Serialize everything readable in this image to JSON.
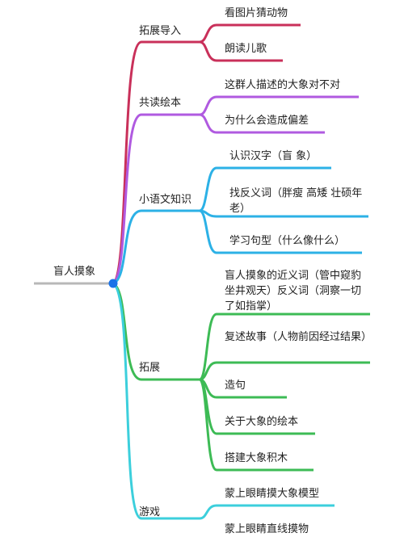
{
  "root": {
    "label": "盲人摸象"
  },
  "branches": [
    {
      "label": "拓展导入",
      "color": "#c9305a",
      "leaves": [
        "看图片猜动物",
        "朗读儿歌"
      ]
    },
    {
      "label": "共读绘本",
      "color": "#b05ae0",
      "leaves": [
        "这群人描述的大象对不对",
        "为什么会造成偏差"
      ]
    },
    {
      "label": "小语文知识",
      "color": "#2cb1e6",
      "leaves": [
        "认识汉字（盲 象）",
        "找反义词（胖瘦 高矮 壮硕年老）",
        "学习句型（什么像什么）"
      ]
    },
    {
      "label": "拓展",
      "color": "#3dbb55",
      "leaves": [
        "盲人摸象的近义词（管中窥豹 坐井观天）反义词（洞察一切 了如指掌）",
        "复述故事（人物前因经过结果）",
        "造句",
        "关于大象的绘本",
        "搭建大象积木"
      ]
    },
    {
      "label": "游戏",
      "color": "#3ccfdc",
      "leaves": [
        "蒙上眼睛摸大象模型",
        "蒙上眼睛直线摸物"
      ]
    }
  ]
}
